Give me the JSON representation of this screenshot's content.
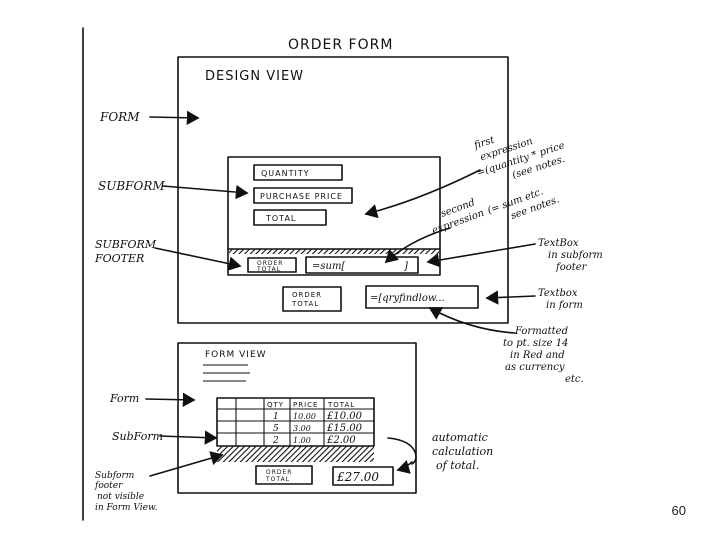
{
  "page_number": "60",
  "design_view": {
    "title": "ORDER FORM",
    "view_label": "DESIGN VIEW",
    "fields": [
      "QUANTITY",
      "PURCHASE PRICE",
      "TOTAL"
    ],
    "footer_label_line1": "ORDER",
    "footer_label_line2": "TOTAL",
    "footer_expression": "=sum[",
    "footer_bracket": "]",
    "form_total_label_line1": "ORDER",
    "form_total_label_line2": "TOTAL",
    "form_total_expression": "=[qryfindlow..."
  },
  "left_labels": {
    "form": "FORM",
    "subform": "SUBFORM",
    "subform_footer_line1": "SUBFORM",
    "subform_footer_line2": "FOOTER"
  },
  "notes": {
    "first_expression": [
      "first",
      "expression",
      "=(quantity * price",
      "(see notes."
    ],
    "second_expression": [
      "second",
      "expression",
      "(= sum etc.",
      "see notes."
    ],
    "textbox_subform": [
      "TextBox",
      "in subform",
      "footer"
    ],
    "textbox_form": [
      "Textbox",
      "in form"
    ],
    "formatted": [
      "Formatted",
      "to pt. size 14",
      "in Red and",
      "as currency",
      "etc."
    ],
    "automatic": [
      "automatic",
      "calculation",
      "of total."
    ]
  },
  "form_view": {
    "view_label": "FORM VIEW",
    "left_form": "Form",
    "left_subform": "SubForm",
    "left_footer": [
      "Subform",
      "footer",
      "not visible",
      "in Form View."
    ],
    "table_headers": [
      "QTY",
      "PRICE",
      "TOTAL"
    ],
    "rows": [
      {
        "qty": "1",
        "price": "10.00",
        "total": "£10.00"
      },
      {
        "qty": "5",
        "price": "3.00",
        "total": "£15.00"
      },
      {
        "qty": "2",
        "price": "1.00",
        "total": "£2.00"
      }
    ],
    "order_total_label_line1": "ORDER",
    "order_total_label_line2": "TOTAL",
    "order_total_value": "£27.00"
  }
}
